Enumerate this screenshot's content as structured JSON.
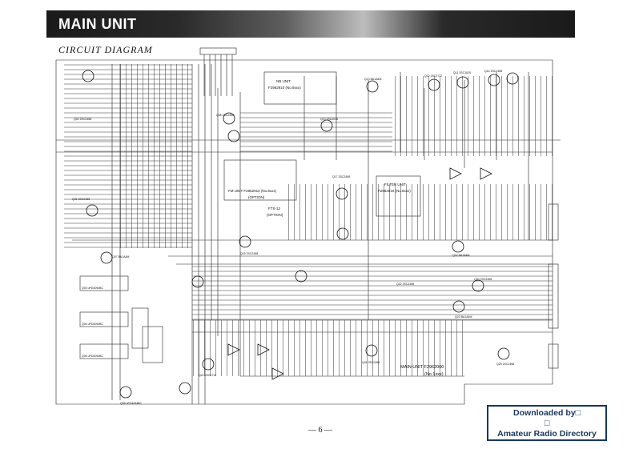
{
  "header": {
    "banner_title": "MAIN UNIT",
    "section_title": "CIRCUIT DIAGRAM"
  },
  "sub_units": {
    "nb_unit": "NB UNIT",
    "nb_part": "F2962910 (No.8xxx)",
    "fm_unit": "FM UNIT F2962910 (No.8xxx)",
    "fm_option": "(OPTION)",
    "fts": "FTS-12",
    "fts_option": "(OPTION)",
    "filter_unit": "FILTER UNIT",
    "filter_part": "F2962910 (No.8xxx)"
  },
  "main_unit_label": "MAIN UNIT F2962000",
  "main_unit_number": "(No.1xxx)",
  "transistors": [
    "Q01 2SC2458",
    "Q02 2SC2458",
    "Q07 BA1A4M",
    "Q08 2SC2458",
    "Q10 2SA1015",
    "Q11 2SC1815",
    "Q12 2SC2712",
    "Q13 BA1A4M",
    "Q14 2SC2458",
    "Q15 2SC2458",
    "Q16 BA1A4M",
    "Q17 2SC2458",
    "Q20 2SC2458",
    "Q21 2SC2712",
    "Q22 2SC2458",
    "Q23 BA1A4M",
    "Q24 2SC2458",
    "Q25 2SC2458"
  ],
  "ics": [
    "Q03 uPD4094BC",
    "Q04 uPD4094BC",
    "Q05 uPD4094BC",
    "Q06 uPD4094BC"
  ],
  "page_number": "— 6 —",
  "download_box": {
    "line1": "Downloaded by□",
    "line2": "□",
    "line3": "Amateur Radio Directory"
  }
}
